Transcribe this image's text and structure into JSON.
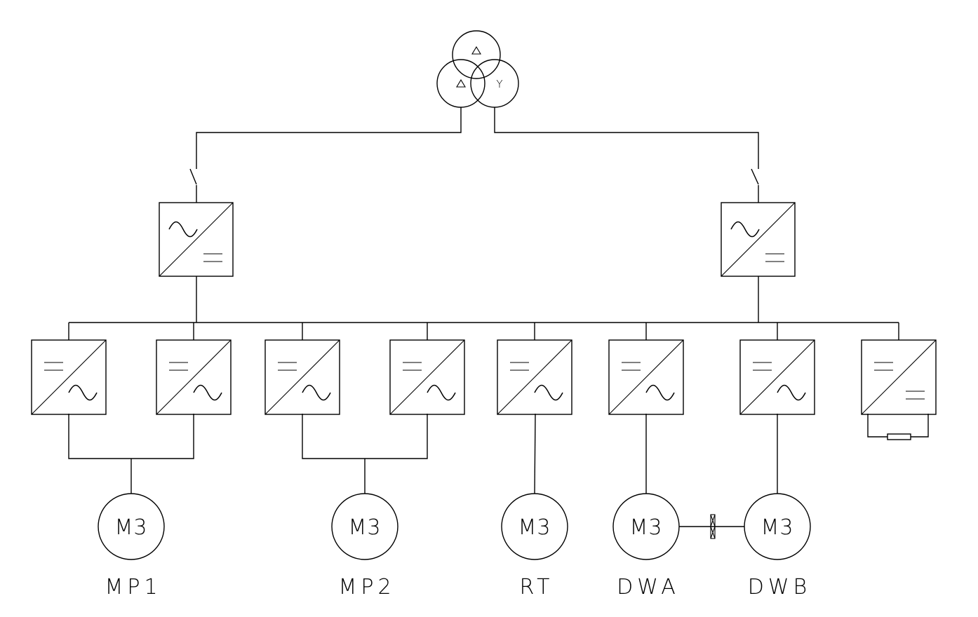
{
  "diagram": {
    "type": "single-line electrical diagram",
    "line_color": "#000000",
    "background": "#ffffff",
    "transformer": {
      "windings": [
        {
          "id": "primary",
          "symbol": "Δ"
        },
        {
          "id": "secondary-1",
          "symbol": "Δ"
        },
        {
          "id": "secondary-2",
          "symbol": "Y"
        }
      ]
    },
    "breakers": [
      {
        "id": "breaker-left",
        "kind": "switch"
      },
      {
        "id": "breaker-right",
        "kind": "switch"
      }
    ],
    "rectifiers": [
      {
        "id": "rectifier-left",
        "top_symbol": "~",
        "bottom_symbol": "="
      },
      {
        "id": "rectifier-right",
        "top_symbol": "~",
        "bottom_symbol": "="
      }
    ],
    "converters": [
      {
        "id": "inverter-1",
        "top_symbol": "=",
        "bottom_symbol": "~",
        "feeds": "MP1"
      },
      {
        "id": "inverter-2",
        "top_symbol": "=",
        "bottom_symbol": "~",
        "feeds": "MP1"
      },
      {
        "id": "inverter-3",
        "top_symbol": "=",
        "bottom_symbol": "~",
        "feeds": "MP2"
      },
      {
        "id": "inverter-4",
        "top_symbol": "=",
        "bottom_symbol": "~",
        "feeds": "MP2"
      },
      {
        "id": "inverter-5",
        "top_symbol": "=",
        "bottom_symbol": "~",
        "feeds": "RT"
      },
      {
        "id": "inverter-6",
        "top_symbol": "=",
        "bottom_symbol": "~",
        "feeds": "DWA"
      },
      {
        "id": "inverter-7",
        "top_symbol": "=",
        "bottom_symbol": "~",
        "feeds": "DWB"
      },
      {
        "id": "dc-chopper",
        "top_symbol": "=",
        "bottom_symbol": "=",
        "feeds": "brake-resistor"
      }
    ],
    "motors": [
      {
        "id": "MP1",
        "symbol": "M3",
        "label": "MP1"
      },
      {
        "id": "MP2",
        "symbol": "M3",
        "label": "MP2"
      },
      {
        "id": "RT",
        "symbol": "M3",
        "label": "RT"
      },
      {
        "id": "DWA",
        "symbol": "M3",
        "label": "DWA"
      },
      {
        "id": "DWB",
        "symbol": "M3",
        "label": "DWB"
      }
    ],
    "coupling": {
      "between": [
        "DWA",
        "DWB"
      ],
      "kind": "mechanical-coupling"
    },
    "brake_resistor": {
      "connected_to": "dc-chopper"
    }
  }
}
